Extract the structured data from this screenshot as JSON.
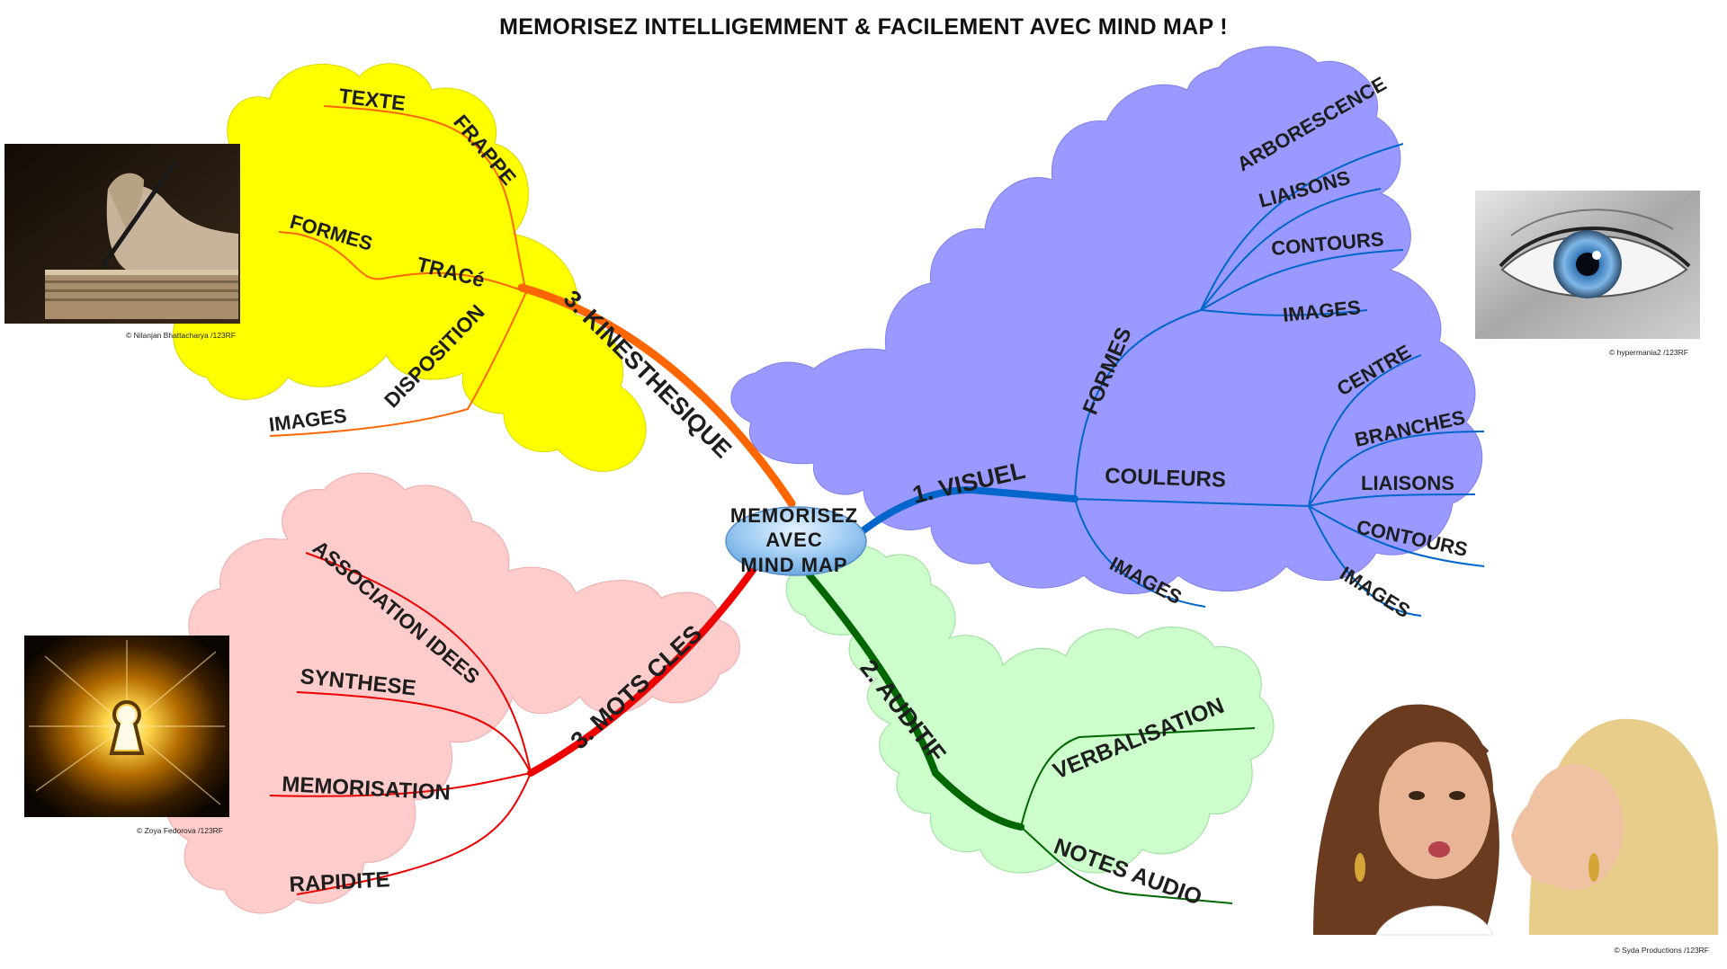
{
  "title": "MEMORISEZ INTELLIGEMMENT & FACILEMENT AVEC MIND MAP !",
  "center": {
    "lines": [
      "MEMORISEZ",
      "AVEC",
      "MIND MAP"
    ]
  },
  "colors": {
    "kinesthesique": "#ffff00",
    "visuel": "#9999ff",
    "auditif": "#ccffcc",
    "mots_cles": "#ffcccc",
    "branch_orange": "#ff6600",
    "branch_blue": "#0066cc",
    "branch_green": "#006600",
    "branch_red": "#ee0000"
  },
  "branches": {
    "kinesthesique": {
      "label": "3. KINESTHESIQUE",
      "subs": {
        "frappe": {
          "label": "FRAPPE",
          "items": [
            "TEXTE"
          ]
        },
        "trace": {
          "label": "TRACé",
          "items": [
            "FORMES"
          ]
        },
        "disposition": {
          "label": "DISPOSITION",
          "items": [
            "IMAGES"
          ]
        }
      }
    },
    "visuel": {
      "label": "1. VISUEL",
      "subs": {
        "formes": {
          "label": "FORMES",
          "items": [
            "ARBORESCENCE",
            "LIAISONS",
            "CONTOURS",
            "IMAGES"
          ]
        },
        "couleurs": {
          "label": "COULEURS",
          "items": [
            "CENTRE",
            "BRANCHES",
            "LIAISONS",
            "CONTOURS",
            "IMAGES"
          ]
        },
        "images": {
          "label": "IMAGES"
        }
      }
    },
    "auditif": {
      "label": "2. AUDITIF",
      "items": [
        "VERBALISATION",
        "NOTES  AUDIO"
      ]
    },
    "mots_cles": {
      "label": "3.  MOTS  CLES",
      "items": [
        "ASSOCIATION IDEES",
        "SYNTHESE",
        "MEMORISATION",
        "RAPIDITE"
      ]
    }
  },
  "photos": {
    "writing": {
      "icon": "hand-writing-photo",
      "credit": "© Nilanjan Bhattacharya /123RF"
    },
    "eye": {
      "icon": "eye-photo",
      "credit": "© hypermania2 /123RF"
    },
    "keyhole": {
      "icon": "keyhole-light-photo",
      "credit": "© Zoya Fedorova /123RF"
    },
    "whisper": {
      "icon": "women-whispering-photo",
      "credit": "© Syda Productions /123RF"
    }
  }
}
